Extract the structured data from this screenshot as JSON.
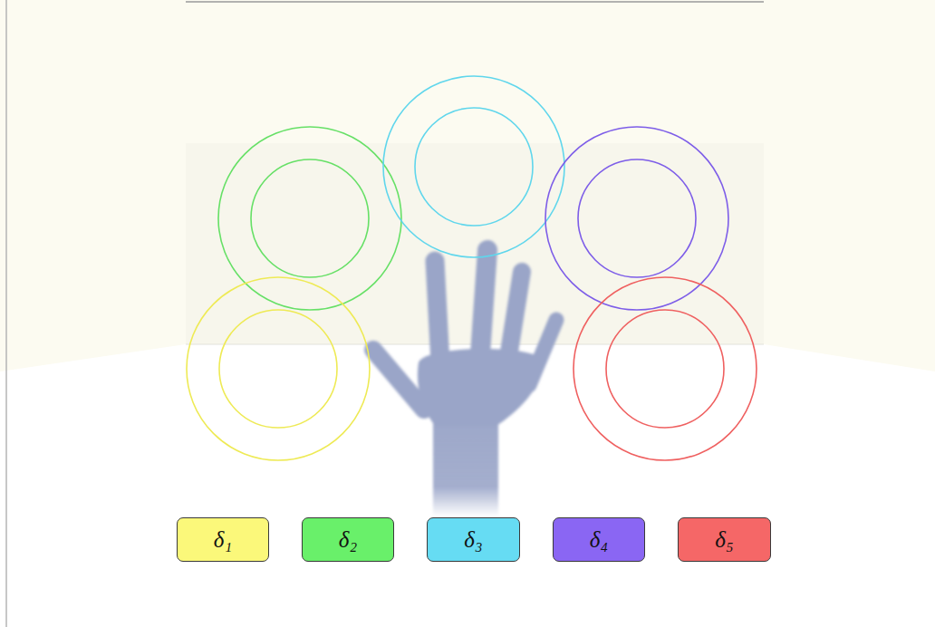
{
  "diagram": {
    "nodes": [
      {
        "text": [
          "δ₁"
        ]
      },
      {
        "text": [
          "δ₂"
        ]
      },
      {
        "text": [
          "δ₃"
        ]
      },
      {
        "text": [
          "δ₄"
        ]
      },
      {
        "text": [
          "δ₅"
        ]
      }
    ]
  }
}
